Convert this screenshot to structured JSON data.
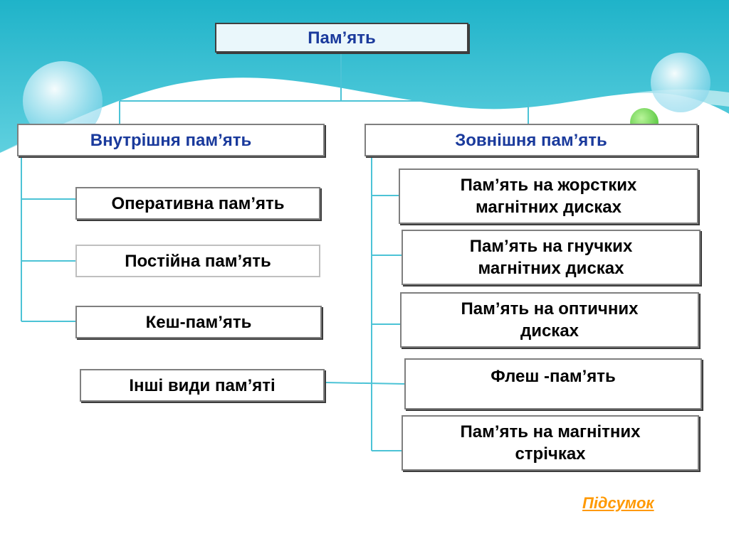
{
  "diagram": {
    "root": "Пам’ять",
    "internal": {
      "title": "Внутрішня пам’ять",
      "items": [
        "Оперативна пам’ять",
        "Постійна пам’ять",
        "Кеш-пам’ять"
      ]
    },
    "external": {
      "title": "Зовнішня пам’ять",
      "items": [
        "Пам’ять на жорстких магнітних дисках",
        "Пам’ять на гнучких магнітних дисках",
        "Пам’ять на оптичних дисках",
        "Флеш -пам’ять",
        "Пам’ять на магнітних стрічках"
      ]
    },
    "other": "Інші види пам’яті"
  },
  "footer": {
    "summary_link": "Підсумок"
  },
  "colors": {
    "accent": "#1a3a9c",
    "connector": "#4cc3d6",
    "link": "#ff9900"
  }
}
